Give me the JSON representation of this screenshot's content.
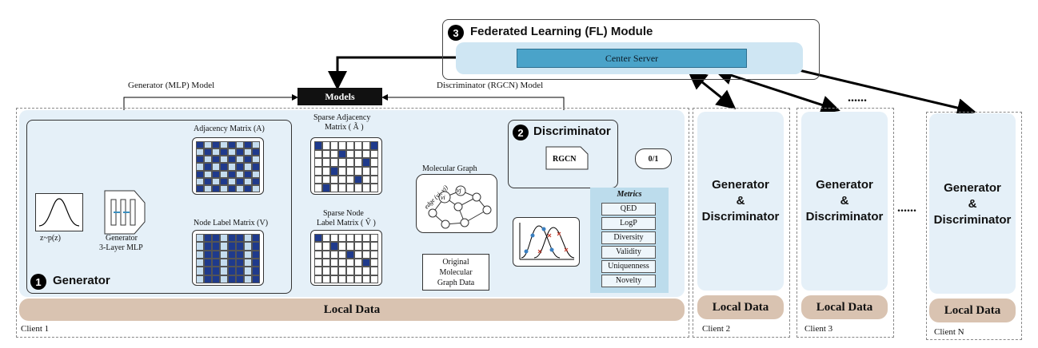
{
  "fl_module": {
    "number": "3",
    "title": "Federated Learning (FL) Module",
    "server": "Center Server"
  },
  "models": {
    "label": "Models",
    "generator_link": "Generator (MLP) Model",
    "discriminator_link": "Discriminator (RGCN) Model"
  },
  "client1": {
    "name": "Client 1",
    "local_data": "Local Data",
    "generator": {
      "number": "1",
      "title": "Generator",
      "noise_label": "z~p(z)",
      "mlp_label_1": "Generator",
      "mlp_label_2": "3-Layer MLP",
      "adj_label": "Adjacency Matrix (A)",
      "node_label": "Node Label Matrix (V)"
    },
    "sparse_adj_label_1": "Sparse Adjacency",
    "sparse_adj_label_2": "Matrix ( Ã )",
    "sparse_node_label_1": "Sparse Node",
    "sparse_node_label_2": "Label Matrix ( Ṽ )",
    "molecular_graph_label": "Molecular Graph",
    "edge_label": "edge (vi, vj)",
    "vi": "vi",
    "vj": "vj",
    "original_data": [
      "Original",
      "Molecular",
      "Graph Data"
    ],
    "discriminator": {
      "number": "2",
      "title": "Discriminator",
      "rgcn": "RGCN",
      "output": "0/1"
    },
    "metrics": {
      "title": "Metrics",
      "items": [
        "QED",
        "LogP",
        "Diversity",
        "Validity",
        "Uniquenness",
        "Novelty"
      ]
    }
  },
  "clients": [
    {
      "name": "Client 2",
      "title_1": "Generator",
      "amp": "&",
      "title_2": "Discriminator",
      "local_data": "Local Data"
    },
    {
      "name": "Client 3",
      "title_1": "Generator",
      "amp": "&",
      "title_2": "Discriminator",
      "local_data": "Local Data"
    },
    {
      "name": "Client N",
      "title_1": "Generator",
      "amp": "&",
      "title_2": "Discriminator",
      "local_data": "Local Data"
    }
  ],
  "ellipsis": "......",
  "colors": {
    "dark_blue": "#1f3a8c",
    "light_blue": "#c5ddef",
    "panel": "#e5f0f8",
    "server": "#4aa3c9",
    "local_data": "#d9c3b1",
    "metrics_bg": "#bcdcec"
  }
}
